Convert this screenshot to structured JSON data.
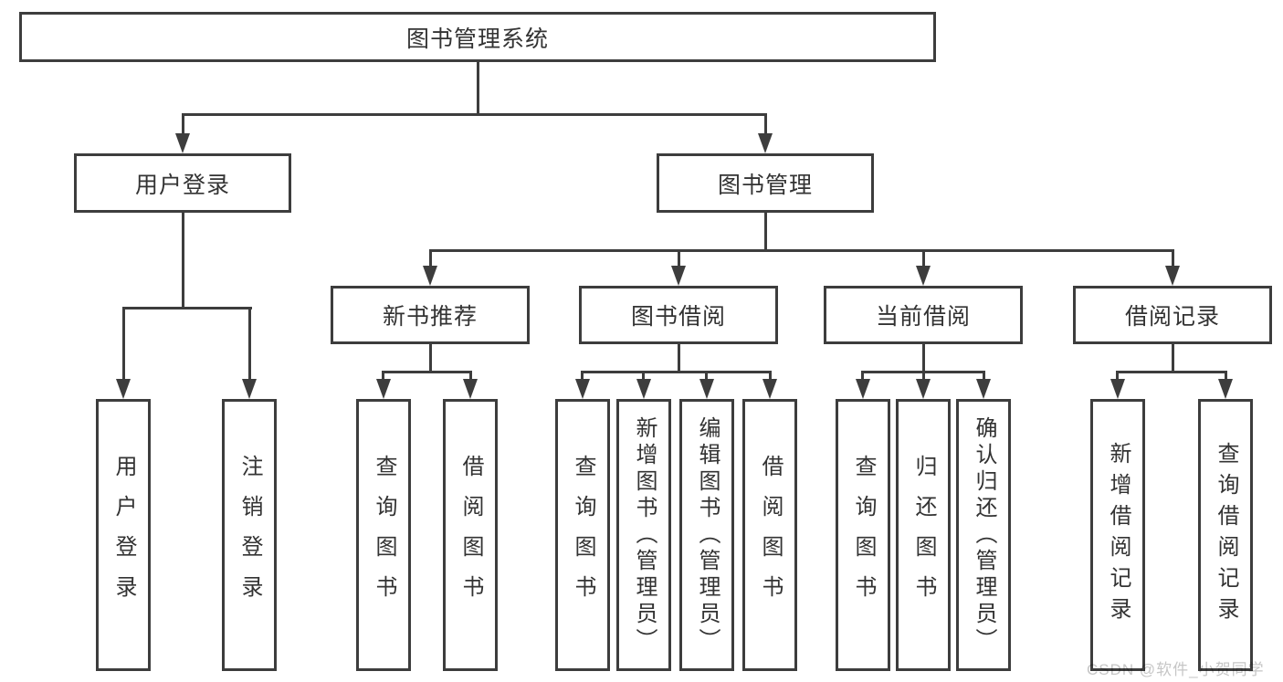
{
  "diagram": {
    "title_node": {
      "label": "图书管理系统"
    },
    "level2": [
      {
        "id": "user-login",
        "label": "用户登录"
      },
      {
        "id": "book-management",
        "label": "图书管理"
      }
    ],
    "level3": [
      {
        "id": "new-book-recommendation",
        "label": "新书推荐",
        "parent": "图书管理"
      },
      {
        "id": "book-borrowing",
        "label": "图书借阅",
        "parent": "图书管理"
      },
      {
        "id": "current-borrowing",
        "label": "当前借阅",
        "parent": "图书管理"
      },
      {
        "id": "borrowing-records",
        "label": "借阅记录",
        "parent": "图书管理"
      }
    ],
    "leaves": [
      {
        "label": "用户登录",
        "parent": "用户登录"
      },
      {
        "label": "注销登录",
        "parent": "用户登录"
      },
      {
        "label": "查询图书",
        "parent": "新书推荐"
      },
      {
        "label": "借阅图书",
        "parent": "新书推荐"
      },
      {
        "label": "查询图书",
        "parent": "图书借阅"
      },
      {
        "label": "新增图书（管理员）",
        "parent": "图书借阅"
      },
      {
        "label": "编辑图书（管理员）",
        "parent": "图书借阅"
      },
      {
        "label": "借阅图书",
        "parent": "图书借阅"
      },
      {
        "label": "查询图书",
        "parent": "当前借阅"
      },
      {
        "label": "归还图书",
        "parent": "当前借阅"
      },
      {
        "label": "确认归还（管理员）",
        "parent": "当前借阅"
      },
      {
        "label": "新增借阅记录",
        "parent": "借阅记录"
      },
      {
        "label": "查询借阅记录",
        "parent": "借阅记录"
      }
    ],
    "watermark": {
      "text": "CSDN @软件_小贺同学"
    }
  },
  "colors": {
    "line": "#3d3d3d",
    "text": "#333333",
    "background": "#ffffff",
    "watermark": "#c6c6c6"
  }
}
